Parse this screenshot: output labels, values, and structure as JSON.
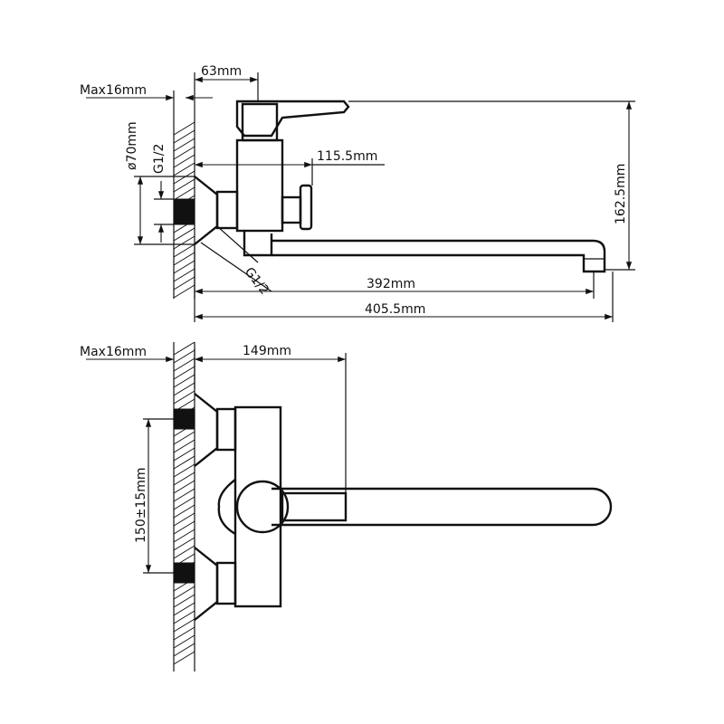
{
  "side_view": {
    "wall_thickness": "Max16mm",
    "lever_offset": "63mm",
    "flange_diameter": "ø70mm",
    "inlet_thread": "G1/2",
    "diverter_reach": "115.5mm",
    "total_height": "162.5mm",
    "outlet_thread": "G1/2",
    "spout_reach": "392mm",
    "overall_length": "405.5mm"
  },
  "top_view": {
    "wall_thickness": "Max16mm",
    "handle_offset": "149mm",
    "inlet_spacing": "150±15mm"
  }
}
